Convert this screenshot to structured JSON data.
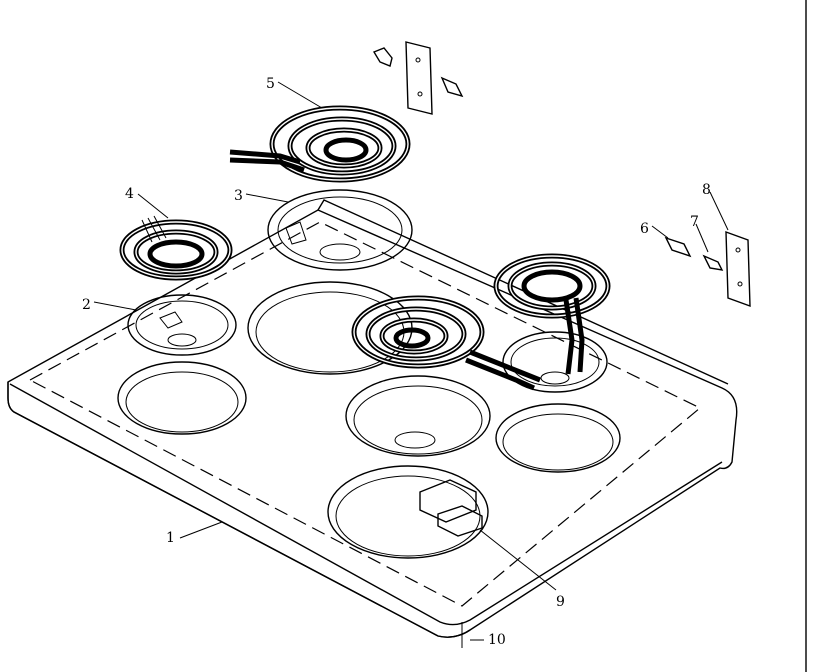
{
  "callouts": [
    {
      "id": "1",
      "text": "1"
    },
    {
      "id": "2",
      "text": "2"
    },
    {
      "id": "3",
      "text": "3"
    },
    {
      "id": "4",
      "text": "4"
    },
    {
      "id": "5",
      "text": "5"
    },
    {
      "id": "6",
      "text": "6"
    },
    {
      "id": "7",
      "text": "7"
    },
    {
      "id": "8",
      "text": "8"
    },
    {
      "id": "9",
      "text": "9"
    },
    {
      "id": "10",
      "text": "10"
    }
  ],
  "colors": {
    "line": "#000000",
    "background": "#ffffff"
  }
}
